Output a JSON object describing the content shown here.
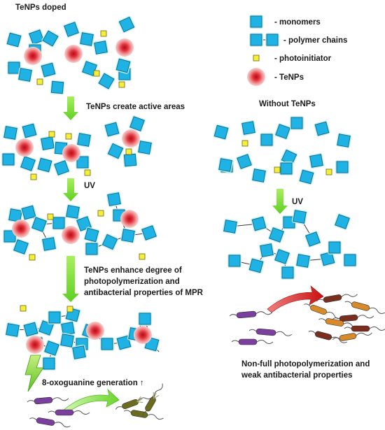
{
  "labels": {
    "tenps_doped": "TeNPs doped",
    "without_tenps": "Without TeNPs",
    "create_active_areas": "TeNPs create active areas",
    "uv_left": "UV",
    "uv_right": "UV",
    "enhance_line1": "TeNPs enhance degree of",
    "enhance_line2": "photopolymerization and",
    "enhance_line3": "antibacterial properties of MPR",
    "oxoguanine": "8-oxoguanine generation ↑",
    "nonfull_line1": "Non-full photopolymerization and",
    "nonfull_line2": "weak antibacterial properties"
  },
  "legend": {
    "monomers": "- monomers",
    "polymer_chains": "- polymer chains",
    "photoinitiator": "- photoinitiator",
    "tenps": "- TeNPs"
  },
  "colors": {
    "monomer": "#1fb3e5",
    "monomer_glow": "#c7f0e8",
    "photoinitiator": "#f5ee3a",
    "tenp_core": "#d8232a",
    "tenp_halo": "#f4b3b3",
    "arrow_green": "#7ee23a",
    "arrow_red": "#d42020",
    "bacteria_purple": "#7b3f9e",
    "bacteria_olive": "#6b6b1e",
    "bacteria_brown": "#7a2e1e",
    "bacteria_orange": "#d88a2a"
  }
}
